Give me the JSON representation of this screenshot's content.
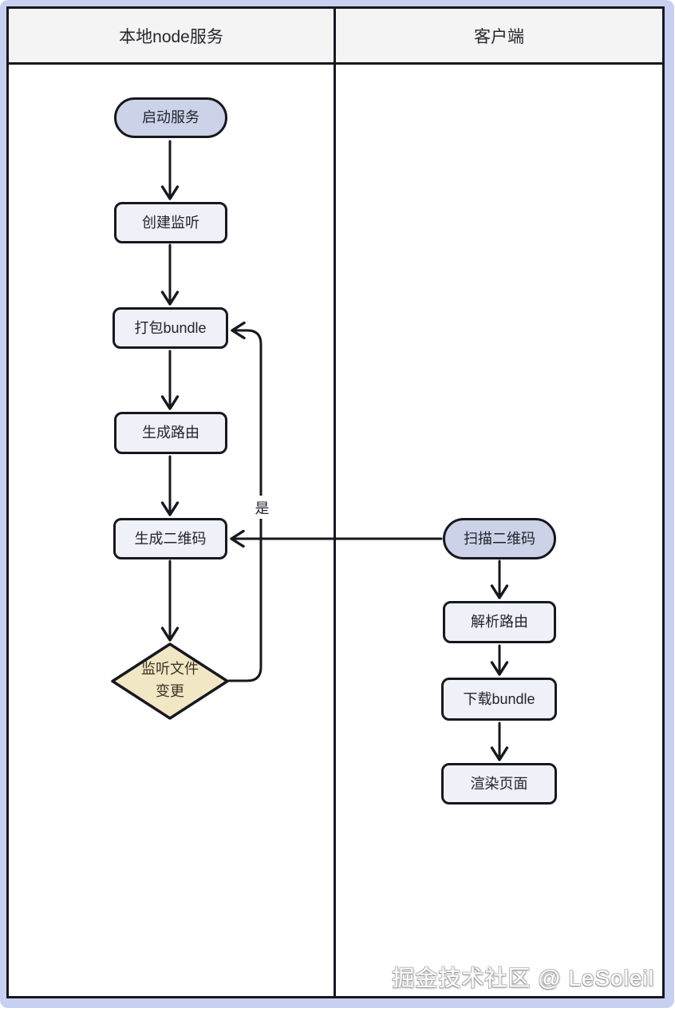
{
  "header": {
    "lanes": [
      {
        "id": "local-node-service",
        "label": "本地node服务"
      },
      {
        "id": "client",
        "label": "客户端"
      }
    ]
  },
  "flow": {
    "nodes": {
      "start_service": {
        "label": "启动服务",
        "type": "terminal",
        "lane": "local-node-service"
      },
      "create_listener": {
        "label": "创建监听",
        "type": "process",
        "lane": "local-node-service"
      },
      "pack_bundle": {
        "label": "打包bundle",
        "type": "process",
        "lane": "local-node-service"
      },
      "generate_route": {
        "label": "生成路由",
        "type": "process",
        "lane": "local-node-service"
      },
      "generate_qrcode": {
        "label": "生成二维码",
        "type": "process",
        "lane": "local-node-service"
      },
      "watch_file_change": {
        "label": "监听文件变更",
        "type": "decision",
        "lane": "local-node-service"
      },
      "scan_qrcode": {
        "label": "扫描二维码",
        "type": "terminal",
        "lane": "client"
      },
      "parse_route": {
        "label": "解析路由",
        "type": "process",
        "lane": "client"
      },
      "download_bundle": {
        "label": "下载bundle",
        "type": "process",
        "lane": "client"
      },
      "render_page": {
        "label": "渲染页面",
        "type": "process",
        "lane": "client"
      }
    },
    "edges": [
      {
        "from": "start_service",
        "to": "create_listener",
        "label": ""
      },
      {
        "from": "create_listener",
        "to": "pack_bundle",
        "label": ""
      },
      {
        "from": "pack_bundle",
        "to": "generate_route",
        "label": ""
      },
      {
        "from": "generate_route",
        "to": "generate_qrcode",
        "label": ""
      },
      {
        "from": "generate_qrcode",
        "to": "watch_file_change",
        "label": ""
      },
      {
        "from": "watch_file_change",
        "to": "pack_bundle",
        "label": "是"
      },
      {
        "from": "scan_qrcode",
        "to": "generate_qrcode",
        "label": ""
      },
      {
        "from": "scan_qrcode",
        "to": "parse_route",
        "label": ""
      },
      {
        "from": "parse_route",
        "to": "download_bundle",
        "label": ""
      },
      {
        "from": "download_bundle",
        "to": "render_page",
        "label": ""
      }
    ],
    "edge_labels": {
      "yes": "是"
    }
  },
  "watermark": {
    "text": "掘金技术社区 @ LeSoleil"
  },
  "colors": {
    "terminal_fill": "#ccd3e8",
    "process_fill": "#eef1f8",
    "decision_fill": "#f2e7c4",
    "header_fill": "#f4f4f4",
    "line": "#17171f",
    "frame": "#c7d0f0"
  }
}
